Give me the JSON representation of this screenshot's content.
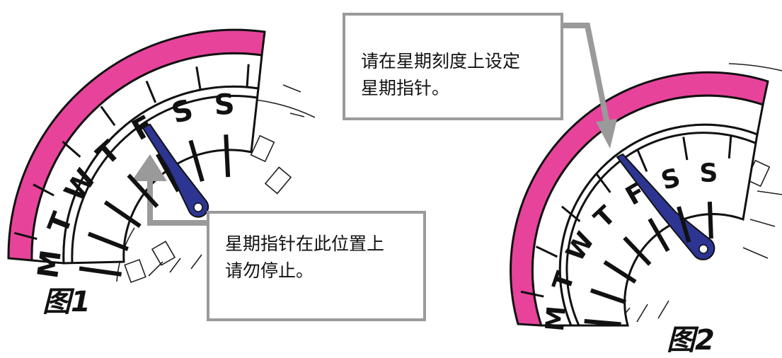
{
  "figures": [
    {
      "label": "图1",
      "day_letters": [
        "M",
        "T",
        "W",
        "T",
        "F",
        "S",
        "S"
      ],
      "callout": [
        "星期指针在此位置上",
        "请勿停止。"
      ]
    },
    {
      "label": "图2",
      "day_letters": [
        "M",
        "T",
        "W",
        "T",
        "F",
        "S",
        "S"
      ],
      "callout": [
        "请在星期刻度上设定",
        "星期指针。"
      ]
    }
  ],
  "colors": {
    "magenta_band": "#e8439b",
    "hand": "#2c3592",
    "arrow_gray": "#9a9a9a",
    "outline": "#111111"
  },
  "icons": [
    "day-of-week-dial",
    "day-hand",
    "pointer-arrow"
  ]
}
